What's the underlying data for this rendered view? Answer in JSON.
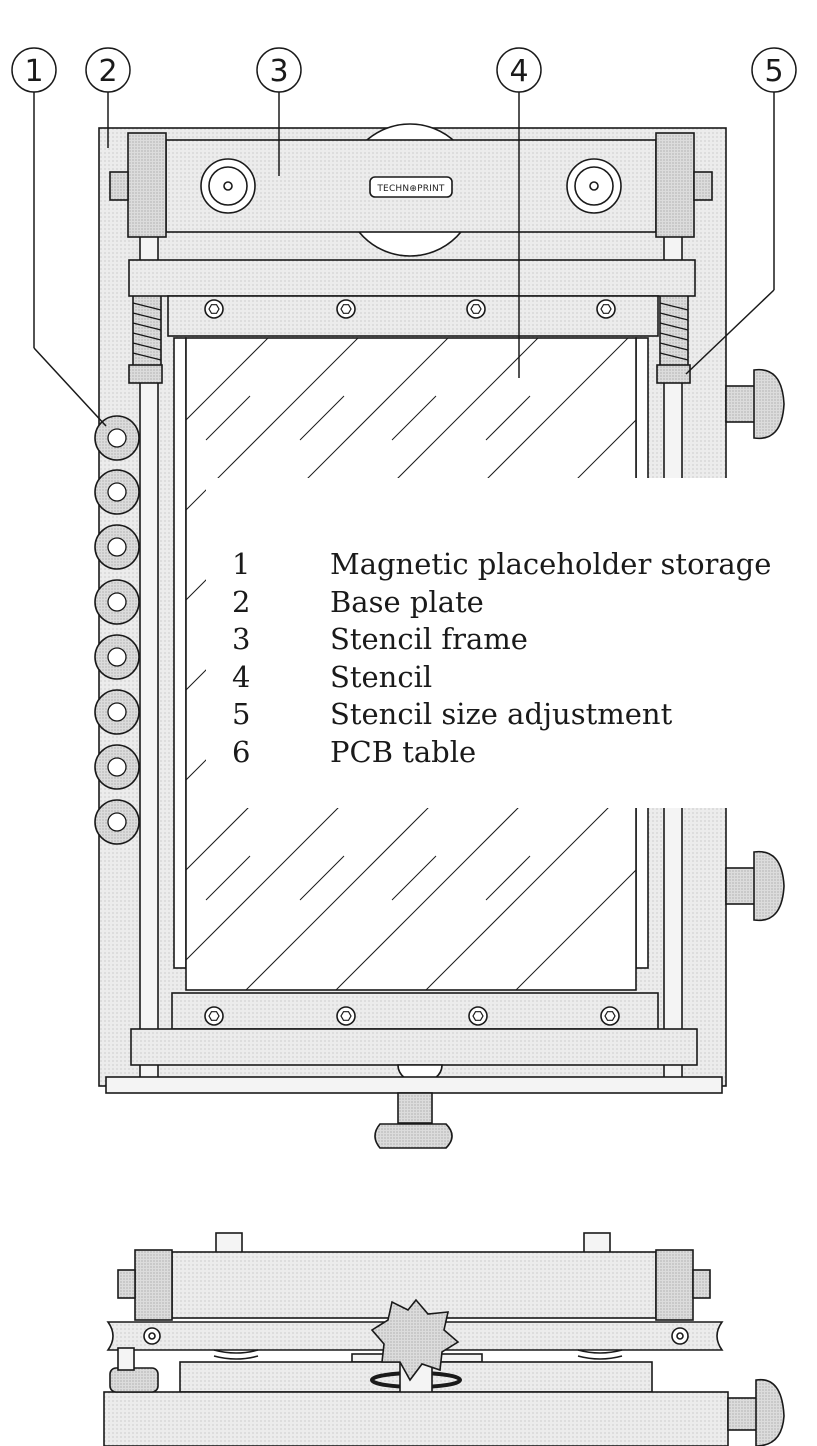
{
  "callouts": [
    "1",
    "2",
    "3",
    "4",
    "5"
  ],
  "brand": "TECHN⊕PRINT",
  "legend": [
    {
      "num": "1",
      "label": "Magnetic placeholder storage"
    },
    {
      "num": "2",
      "label": "Base plate"
    },
    {
      "num": "3",
      "label": "Stencil frame"
    },
    {
      "num": "4",
      "label": "Stencil"
    },
    {
      "num": "5",
      "label": "Stencil size adjustment"
    },
    {
      "num": "6",
      "label": "PCB table"
    }
  ],
  "colors": {
    "line": "#1a1a1a",
    "fill": "#e6e6e6",
    "fill_dark": "#d2d2d2",
    "background": "#ffffff"
  }
}
